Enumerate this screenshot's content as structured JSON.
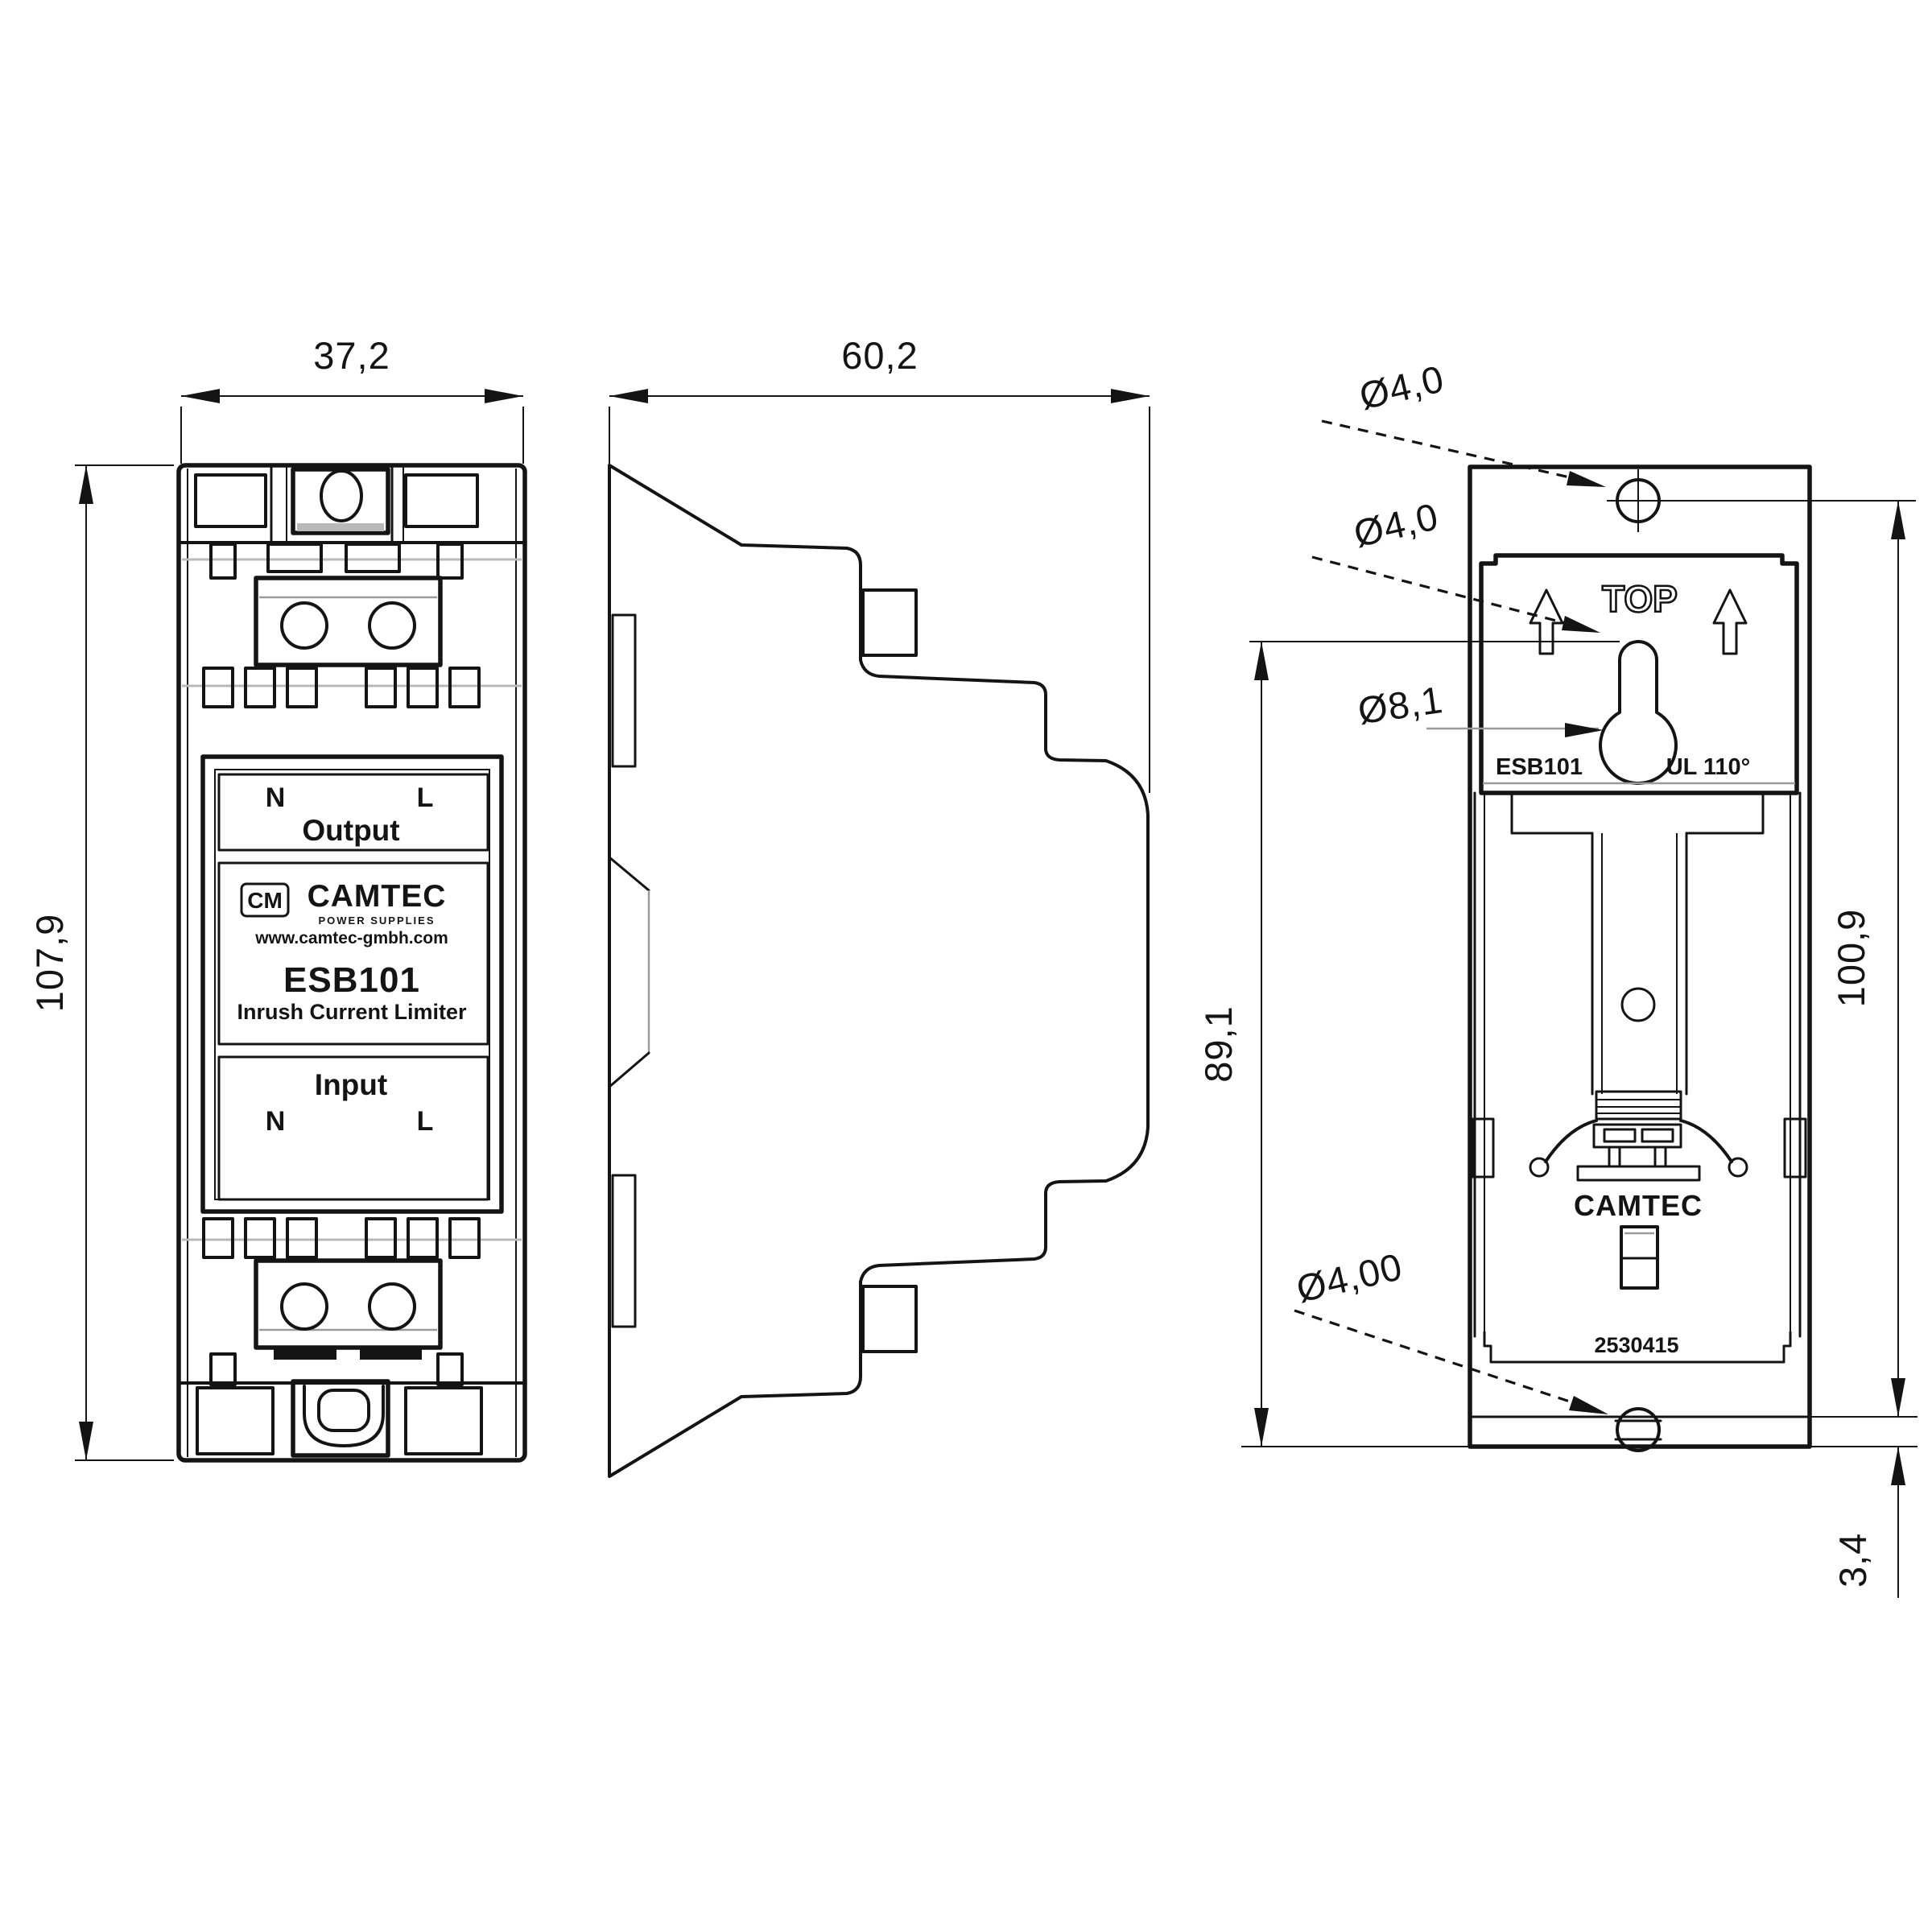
{
  "drawing": {
    "type": "technical-dimension-drawing",
    "views": [
      "front",
      "side",
      "rear"
    ],
    "colors": {
      "line": "#141414",
      "gray": "#9a9a9a",
      "background": "#ffffff"
    },
    "front_view": {
      "n_top": "N",
      "l_top": "L",
      "output": "Output",
      "logo_cm": "CM",
      "brand": "CAMTEC",
      "brand_sub": "POWER SUPPLIES",
      "website": "www.camtec-gmbh.com",
      "model": "ESB101",
      "product": "Inrush Current Limiter",
      "input": "Input",
      "n_bottom": "N",
      "l_bottom": "L"
    },
    "rear_view": {
      "top": "TOP",
      "model": "ESB101",
      "ul": "UL 110°",
      "brand": "CAMTEC",
      "part_number": "2530415"
    },
    "dimensions": {
      "front_width": "37,2",
      "side_depth": "60,2",
      "front_height": "107,9",
      "rear_left_height": "89,1",
      "rear_right_height": "100,9",
      "rear_bottom_offset": "3,4",
      "top_hole_dia": "Ø4,0",
      "keyhole_slot_dia": "Ø4,0",
      "keyhole_dia": "Ø8,1",
      "bottom_hole_dia": "Ø4,00"
    }
  }
}
